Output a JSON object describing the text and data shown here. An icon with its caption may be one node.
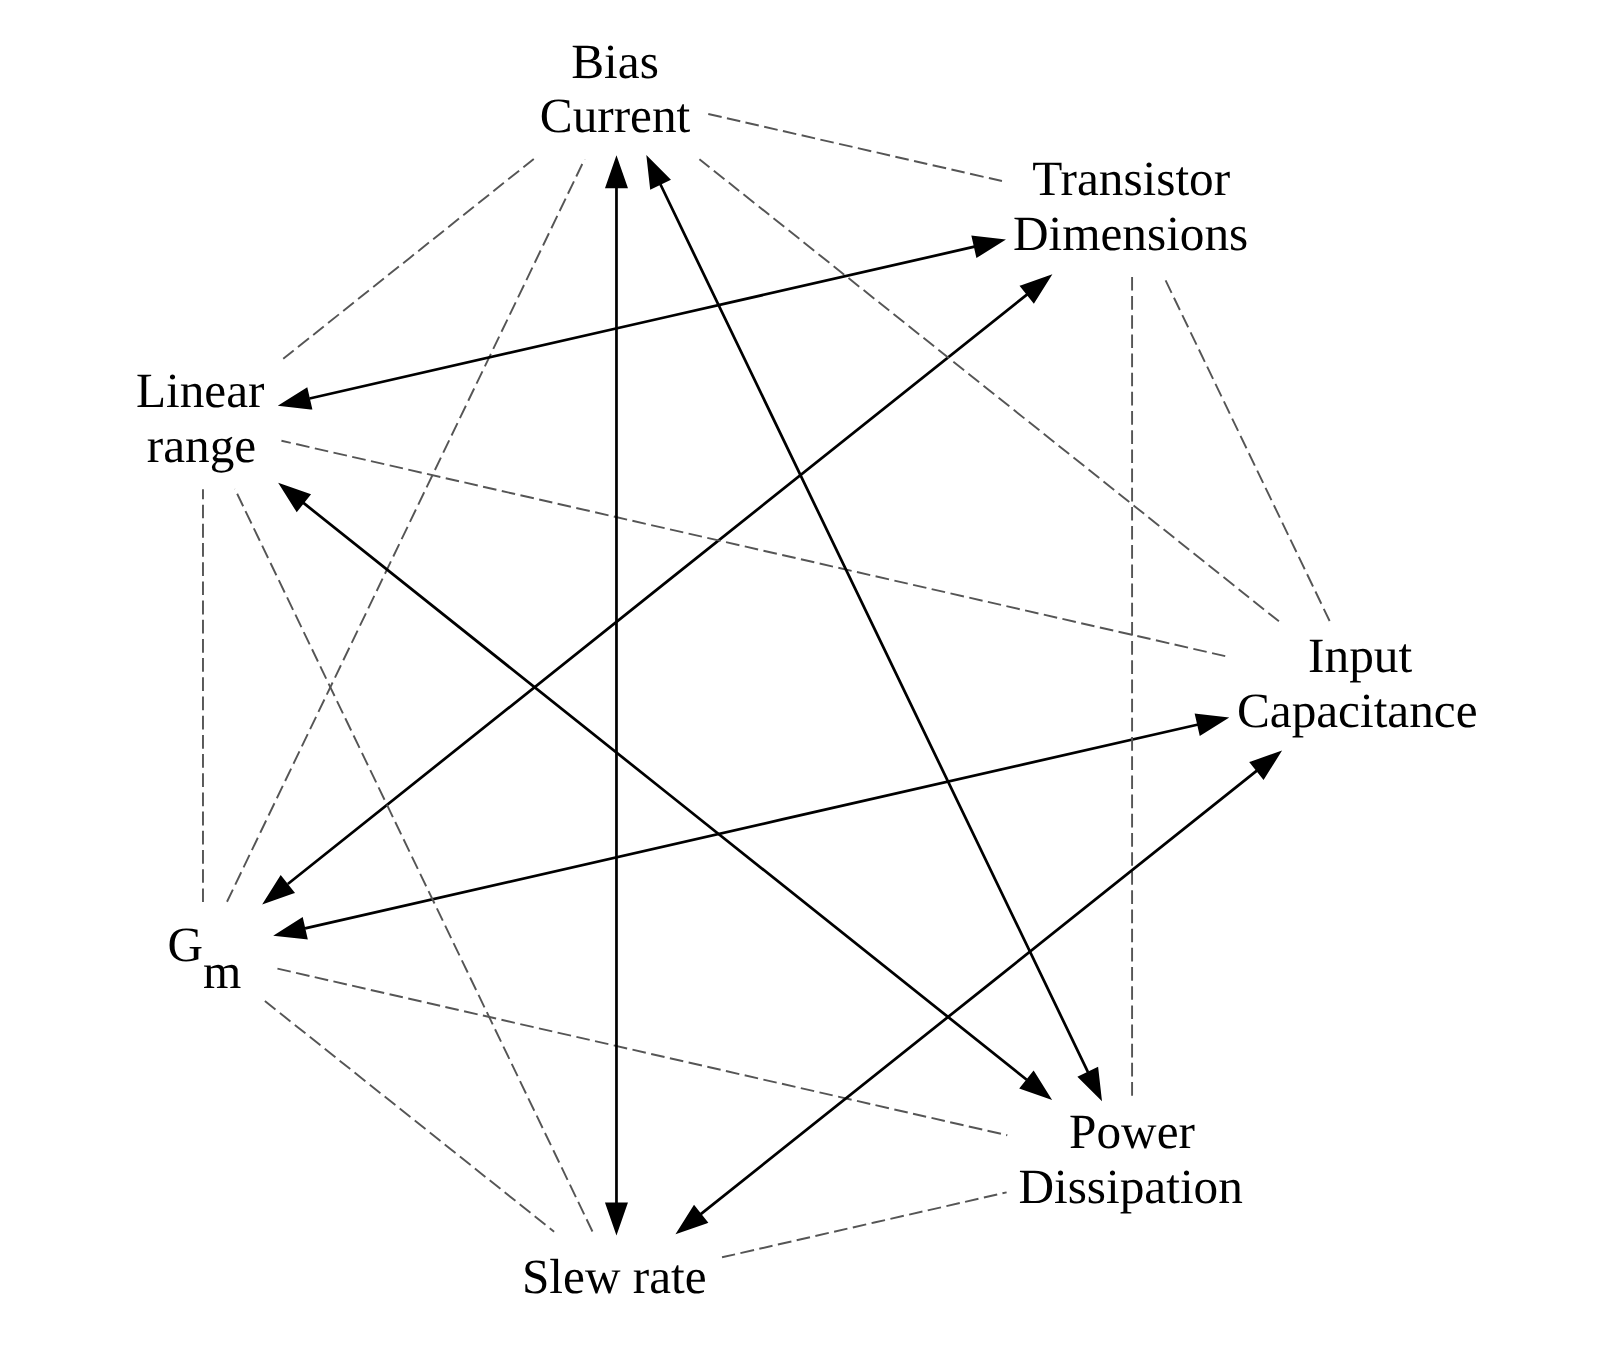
{
  "diagram": {
    "nodes": [
      {
        "text": [
          "G$_{m}$"
        ]
      },
      {
        "text": [
          "Input Capacitance"
        ]
      },
      {
        "text": [
          "Transistor Dimensions"
        ]
      },
      {
        "text": [
          "Slew rate"
        ]
      },
      {
        "text": [
          "Linear range"
        ]
      },
      {
        "text": [
          "Bias Current"
        ]
      },
      {
        "text": [
          "Power Dissipation"
        ]
      }
    ],
    "edges": [
      {
        "from": 0,
        "to": 2,
        "arrow": "both"
      },
      {
        "from": 2,
        "to": 4,
        "arrow": "both"
      },
      {
        "from": 4,
        "to": 6,
        "arrow": "both"
      },
      {
        "from": 6,
        "to": 5,
        "arrow": "both"
      },
      {
        "from": 5,
        "to": 3,
        "arrow": "both"
      },
      {
        "from": 3,
        "to": 1,
        "arrow": "both"
      },
      {
        "from": 1,
        "to": 0,
        "arrow": "both"
      },
      {
        "from": 0,
        "to": 3,
        "arrow": "none",
        "style": "dashed"
      },
      {
        "from": 0,
        "to": 5,
        "arrow": "none",
        "style": "dashed"
      },
      {
        "from": 0,
        "to": 6,
        "arrow": "none",
        "style": "dashed"
      },
      {
        "from": 0,
        "to": 4,
        "arrow": "none",
        "style": "dashed"
      },
      {
        "from": 1,
        "to": 2,
        "arrow": "none",
        "style": "dashed"
      },
      {
        "from": 1,
        "to": 5,
        "arrow": "none",
        "style": "dashed"
      },
      {
        "from": 1,
        "to": 4,
        "arrow": "none",
        "style": "dashed"
      },
      {
        "from": 2,
        "to": 5,
        "arrow": "none",
        "style": "dashed"
      },
      {
        "from": 2,
        "to": 6,
        "arrow": "none",
        "style": "dashed"
      },
      {
        "from": 3,
        "to": 4,
        "arrow": "none",
        "style": "dashed"
      },
      {
        "from": 3,
        "to": 6,
        "arrow": "none",
        "style": "dashed"
      },
      {
        "from": 5,
        "to": 4,
        "arrow": "none",
        "style": "dashed"
      }
    ]
  }
}
